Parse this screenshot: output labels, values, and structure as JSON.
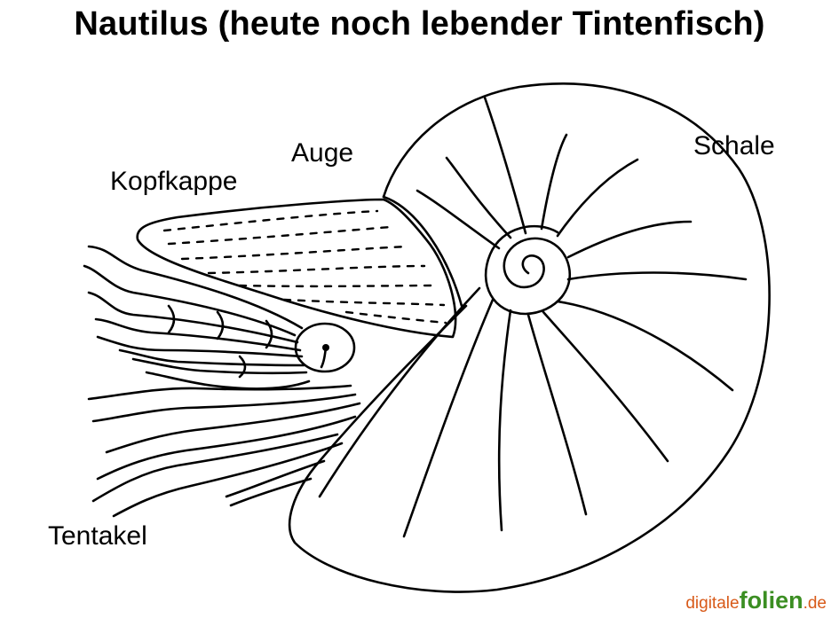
{
  "title": "Nautilus (heute noch lebender Tintenfisch)",
  "labels": {
    "kopfkappe": "Kopfkappe",
    "auge": "Auge",
    "schale": "Schale",
    "tentakel": "Tentakel"
  },
  "watermark": {
    "part1": "digitale",
    "part2": "folien",
    "part3": ".de"
  }
}
